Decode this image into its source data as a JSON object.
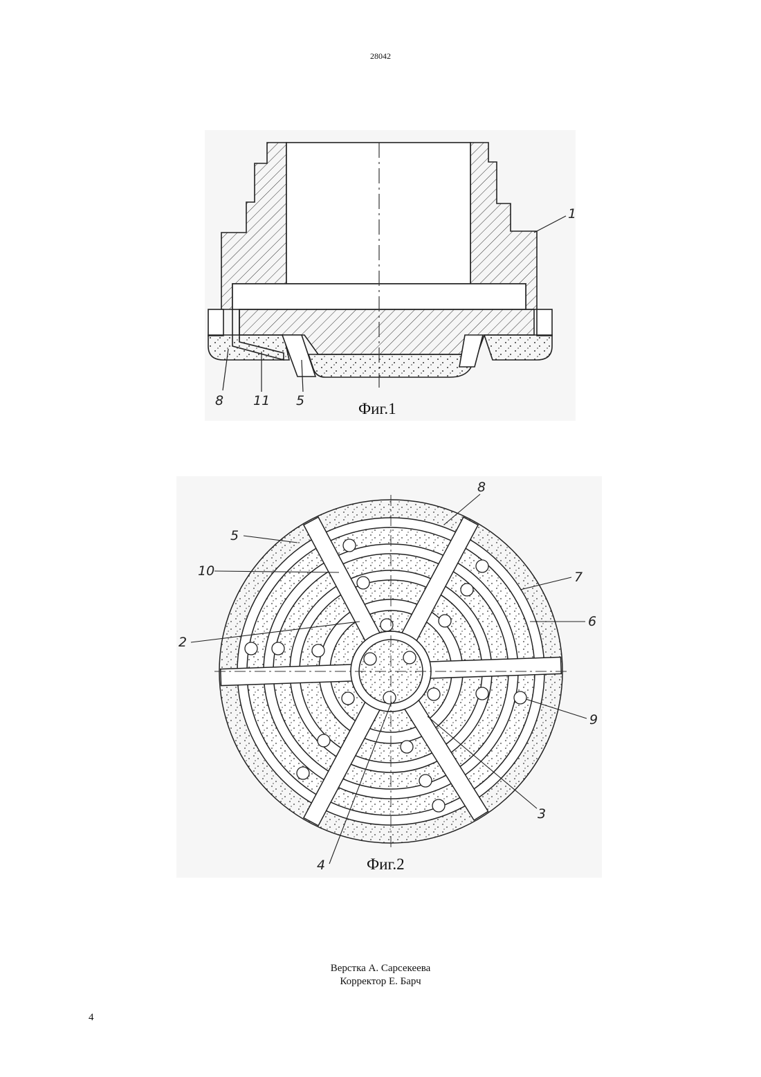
{
  "header": {
    "document_number": "28042"
  },
  "figures": {
    "fig1": {
      "caption": "Фиг.1",
      "refs": {
        "r1": "1",
        "r8": "8",
        "r11": "11",
        "r5": "5"
      }
    },
    "fig2": {
      "caption": "Фиг.2",
      "refs": {
        "r8": "8",
        "r5": "5",
        "r10": "10",
        "r7": "7",
        "r6": "6",
        "r2": "2",
        "r9": "9",
        "r3": "3",
        "r4": "4"
      }
    }
  },
  "footer": {
    "layout_credit": "Верстка А. Сарсекеева",
    "proofreader_credit": "Корректор Е. Барч",
    "page_number": "4"
  },
  "colors": {
    "ink": "#222222",
    "paper": "#ffffff",
    "drawing_background": "#f6f6f6"
  }
}
